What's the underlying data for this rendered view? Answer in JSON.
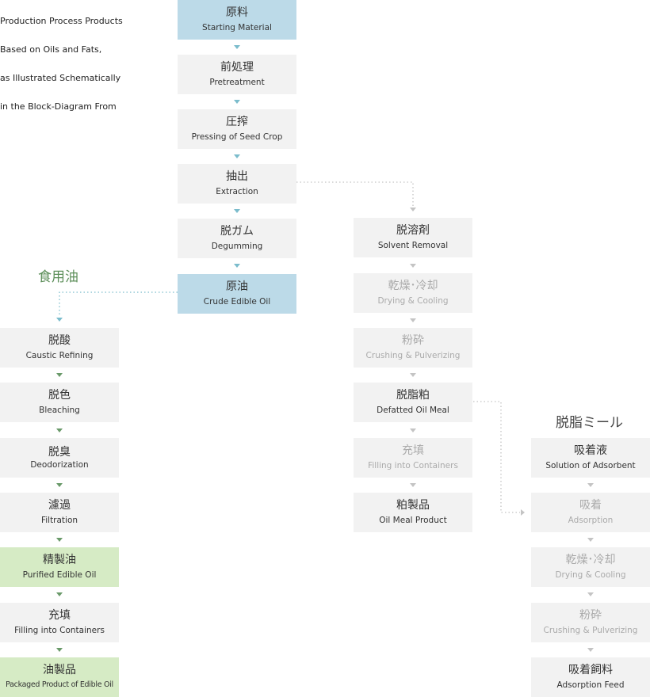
{
  "caption": {
    "lines": [
      "Production Process Products",
      "Based on Oils and Fats,",
      "as Illustrated Schematically",
      "in the Block-Diagram From"
    ]
  },
  "labels": {
    "edible_oil": "食用油",
    "defatted_meal": "脱脂ミール"
  },
  "colors": {
    "blue_box": "#bcdae8",
    "green_box": "#d6ebc5",
    "gray_box": "#f2f2f2",
    "blue_arrow": "#7bbccc",
    "green_arrow": "#6a9a6a",
    "gray_arrow": "#c4c4c4",
    "edible_label": "#5d8f5a"
  },
  "main_flow": [
    {
      "jp": "原料",
      "en": "Starting Material"
    },
    {
      "jp": "前処理",
      "en": "Pretreatment"
    },
    {
      "jp": "圧搾",
      "en": "Pressing of Seed Crop"
    },
    {
      "jp": "抽出",
      "en": "Extraction"
    },
    {
      "jp": "脱ガム",
      "en": "Degumming"
    },
    {
      "jp": "原油",
      "en": "Crude Edible Oil"
    }
  ],
  "edible_flow": [
    {
      "jp": "脱酸",
      "en": "Caustic Refining"
    },
    {
      "jp": "脱色",
      "en": "Bleaching"
    },
    {
      "jp": "脱臭",
      "en": "Deodorization"
    },
    {
      "jp": "濾過",
      "en": "Filtration"
    },
    {
      "jp": "精製油",
      "en": "Purified Edible Oil"
    },
    {
      "jp": "充填",
      "en": "Filling into Containers"
    },
    {
      "jp": "油製品",
      "en": "Packaged Product of Edible Oil"
    }
  ],
  "meal_flow": [
    {
      "jp": "脱溶剤",
      "en": "Solvent Removal"
    },
    {
      "jp": "乾燥･冷却",
      "en": "Drying & Cooling"
    },
    {
      "jp": "粉砕",
      "en": "Crushing & Pulverizing"
    },
    {
      "jp": "脱脂粕",
      "en": "Defatted Oil Meal"
    },
    {
      "jp": "充填",
      "en": "Filling into Containers"
    },
    {
      "jp": "粕製品",
      "en": "Oil Meal Product"
    }
  ],
  "feed_flow": [
    {
      "jp": "吸着液",
      "en": "Solution of Adsorbent"
    },
    {
      "jp": "吸着",
      "en": "Adsorption"
    },
    {
      "jp": "乾燥･冷却",
      "en": "Drying & Cooling"
    },
    {
      "jp": "粉砕",
      "en": "Crushing & Pulverizing"
    },
    {
      "jp": "吸着飼料",
      "en": "Adsorption Feed"
    }
  ]
}
